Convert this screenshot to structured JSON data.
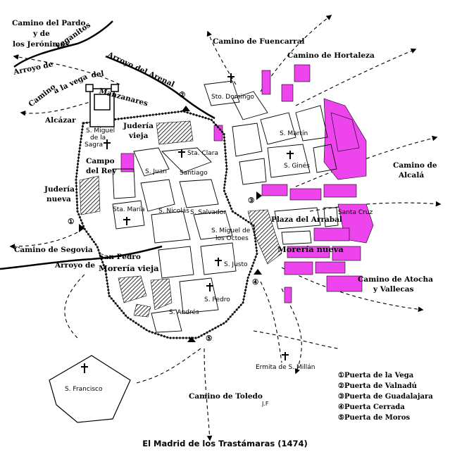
{
  "caption": "El Madrid de los Trastámaras (1474)",
  "signature": "J.F",
  "colors": {
    "arrabal": "#ee44ee",
    "ink": "#000000",
    "background": "#ffffff"
  },
  "roads": {
    "pardo": "Camino del Pardo y de los Jerónimos",
    "pardo_l1": "Camino del Pardo",
    "pardo_l2": "y de",
    "pardo_l3": "los Jerónimos",
    "fuencarral": "Camino de Fuencarral",
    "hortaleza": "Camino de Hortaleza",
    "alcala_l1": "Camino de",
    "alcala_l2": "Alcalá",
    "segovia": "Camino de Segovia",
    "atocha_l1": "Camino de Atocha",
    "atocha_l2": "y Vallecas",
    "toledo": "Camino de Toledo",
    "vega": "Camino a la vega del Manzanares",
    "vega_l1": "Camino",
    "vega_l2": "a la vega",
    "vega_l3": "del",
    "vega_l4": "Manzanares"
  },
  "streams": {
    "leganitos": "Leganitos",
    "arroyo_de": "Arroyo de",
    "arenal": "Arroyo del Arenal",
    "san_pedro": "San Pedro",
    "arroyo_de_2": "Arroyo de"
  },
  "places": {
    "alcazar": "Alcázar",
    "s_miguel_sagra_l1": "S. Miguel",
    "s_miguel_sagra_l2": "de la",
    "s_miguel_sagra_l3": "Sagra",
    "juderia_vieja_l1": "Judería",
    "juderia_vieja_l2": "vieja",
    "campo_rey_l1": "Campo",
    "campo_rey_l2": "del Rey",
    "juderia_nueva_l1": "Judería",
    "juderia_nueva_l2": "nueva",
    "sta_clara": "Sta. Clara",
    "s_juan": "S. Juan",
    "santiago": "Santiago",
    "sta_maria": "Sta. María",
    "s_nicolas": "S. Nicolás",
    "s_salvador": "S. Salvador",
    "s_miguel_octoes_l1": "S. Miguel de",
    "s_miguel_octoes_l2": "los Octoes",
    "s_justo": "S. Justo",
    "s_pedro": "S. Pedro",
    "s_andres": "S. Andrés",
    "moreria_vieja": "Morería vieja",
    "moreria_nueva": "Morería nueva",
    "plaza_arrabal": "Plaza del Arrabal",
    "santa_cruz": "Santa Cruz",
    "s_gines": "S. Ginés",
    "s_martin": "S. Martín",
    "sto_domingo": "Sto. Domingo",
    "s_francisco": "S. Francisco",
    "ermita_millan": "Ermita de S. Millán"
  },
  "gates": [
    {
      "num": "①",
      "name": "Puerta de la Vega"
    },
    {
      "num": "②",
      "name": "Puerta de Valnadú"
    },
    {
      "num": "③",
      "name": "Puerta de Guadalajara"
    },
    {
      "num": "④",
      "name": "Puerta Cerrada"
    },
    {
      "num": "⑤",
      "name": "Puerta de Moros"
    }
  ]
}
